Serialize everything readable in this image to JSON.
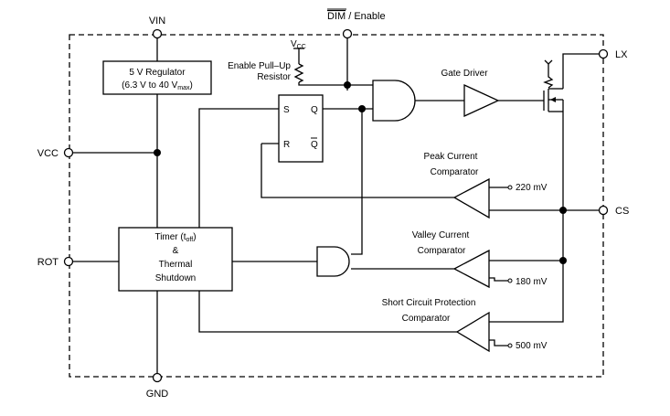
{
  "pins": {
    "vin": "VIN",
    "dim_enable_bar": "DIM",
    "dim_enable_rest": " / Enable",
    "lx": "LX",
    "vcc": "VCC",
    "cs": "CS",
    "rot": "ROT",
    "gnd": "GND"
  },
  "regulator": {
    "line1": "5 V Regulator",
    "line2_a": "(6.3 V to 40 V",
    "line2_sub": "max",
    "line2_b": ")"
  },
  "pullup": {
    "line1": "Enable Pull–Up",
    "line2": "Resistor",
    "vcc_main": "V",
    "vcc_sub": "CC"
  },
  "flipflop": {
    "s": "S",
    "r": "R",
    "q": "Q",
    "qbar": "Q"
  },
  "gate_driver": "Gate Driver",
  "peak": {
    "line1": "Peak Current",
    "line2": "Comparator",
    "ref": "220 mV"
  },
  "valley": {
    "line1": "Valley Current",
    "line2": "Comparator",
    "ref": "180 mV"
  },
  "short": {
    "line1": "Short Circuit Protection",
    "line2": "Comparator",
    "ref": "500 mV"
  },
  "timer": {
    "line1_a": "Timer (t",
    "line1_sub": "off",
    "line1_b": ")",
    "line2": "&",
    "line3": "Thermal",
    "line4": "Shutdown"
  }
}
